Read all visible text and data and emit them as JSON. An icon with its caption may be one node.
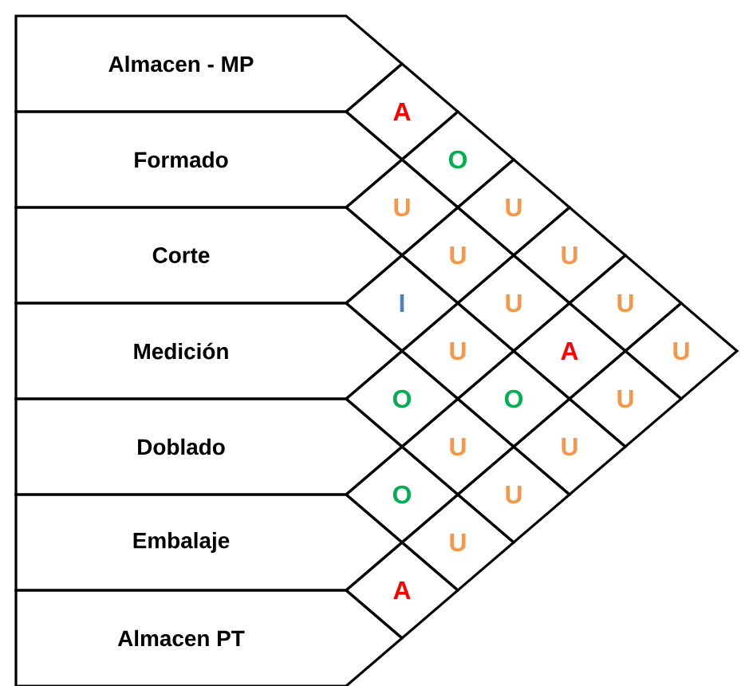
{
  "diagram": {
    "nodes": [
      {
        "text": [
          "Almacen - MP"
        ]
      },
      {
        "text": [
          "Formado"
        ]
      },
      {
        "text": [
          "Corte"
        ]
      },
      {
        "text": [
          "Medición"
        ]
      },
      {
        "text": [
          "Doblado"
        ]
      },
      {
        "text": [
          "Embalaje"
        ]
      },
      {
        "text": [
          "Almacen PT"
        ]
      },
      {
        "text": [
          "A"
        ]
      },
      {
        "text": [
          "O"
        ]
      },
      {
        "text": [
          "U"
        ]
      },
      {
        "text": [
          "U"
        ]
      },
      {
        "text": [
          "U"
        ]
      },
      {
        "text": [
          "U"
        ]
      },
      {
        "text": [
          "I"
        ]
      },
      {
        "text": [
          "U"
        ]
      },
      {
        "text": [
          "U"
        ]
      },
      {
        "text": [
          "U"
        ]
      },
      {
        "text": [
          "A"
        ]
      },
      {
        "text": [
          "U"
        ]
      },
      {
        "text": [
          "O"
        ]
      },
      {
        "text": [
          "O"
        ]
      },
      {
        "text": [
          "U"
        ]
      },
      {
        "text": [
          "U"
        ]
      },
      {
        "text": [
          "U"
        ]
      },
      {
        "text": [
          "O"
        ]
      },
      {
        "text": [
          "U"
        ]
      },
      {
        "text": [
          "U"
        ]
      },
      {
        "text": [
          "A"
        ]
      }
    ]
  }
}
